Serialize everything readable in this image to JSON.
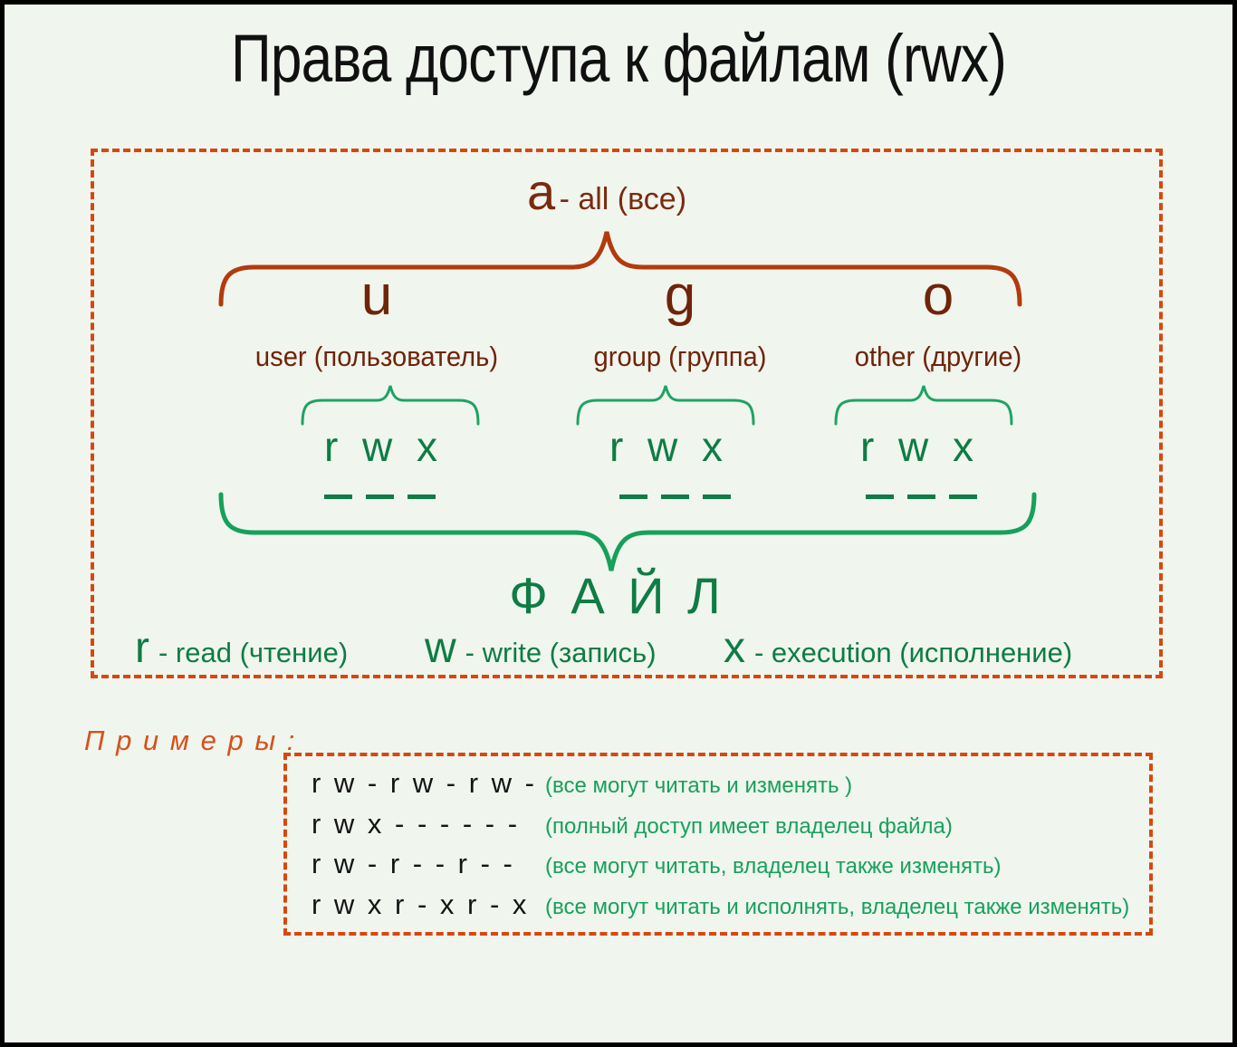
{
  "title": "Права доступа к файлам (rwx)",
  "colors": {
    "background": "#f0f5ee",
    "dashed_border_orange": "#d6490e",
    "dark_red_text": "#6f2408",
    "brace_red": "#b23b0d",
    "green_text": "#0e7c44",
    "brace_green": "#1ea362",
    "example_note_green": "#17a05c",
    "examples_heading_orange": "#d5521c",
    "permissions_black": "#141414"
  },
  "diagram": {
    "all": {
      "letter": "a",
      "rest": "- all (все)"
    },
    "groups": [
      {
        "letter": "u",
        "label": "user (пользователь)",
        "perms": "r w x"
      },
      {
        "letter": "g",
        "label": "group (группа)",
        "perms": "r w x"
      },
      {
        "letter": "o",
        "label": "other (другие)",
        "perms": "r w x"
      }
    ],
    "file_label": "Ф А Й Л",
    "legend": [
      {
        "letter": "r",
        "desc": "- read (чтение)"
      },
      {
        "letter": "w",
        "desc": "- write (запись)"
      },
      {
        "letter": "x",
        "desc": "- execution (исполнение)"
      }
    ]
  },
  "examples": {
    "heading": "П р и м е р ы :",
    "rows": [
      {
        "perms": "r w - r w - r w -",
        "note": "(все могут читать и изменять )"
      },
      {
        "perms": "r w x - - - - - -",
        "note": "(полный доступ имеет владелец файла)"
      },
      {
        "perms": "r w - r - - r - -",
        "note": "(все могут читать, владелец также изменять)"
      },
      {
        "perms": "r w x r - x r - x",
        "note": "(все могут читать и исполнять, владелец также изменять)"
      }
    ]
  }
}
